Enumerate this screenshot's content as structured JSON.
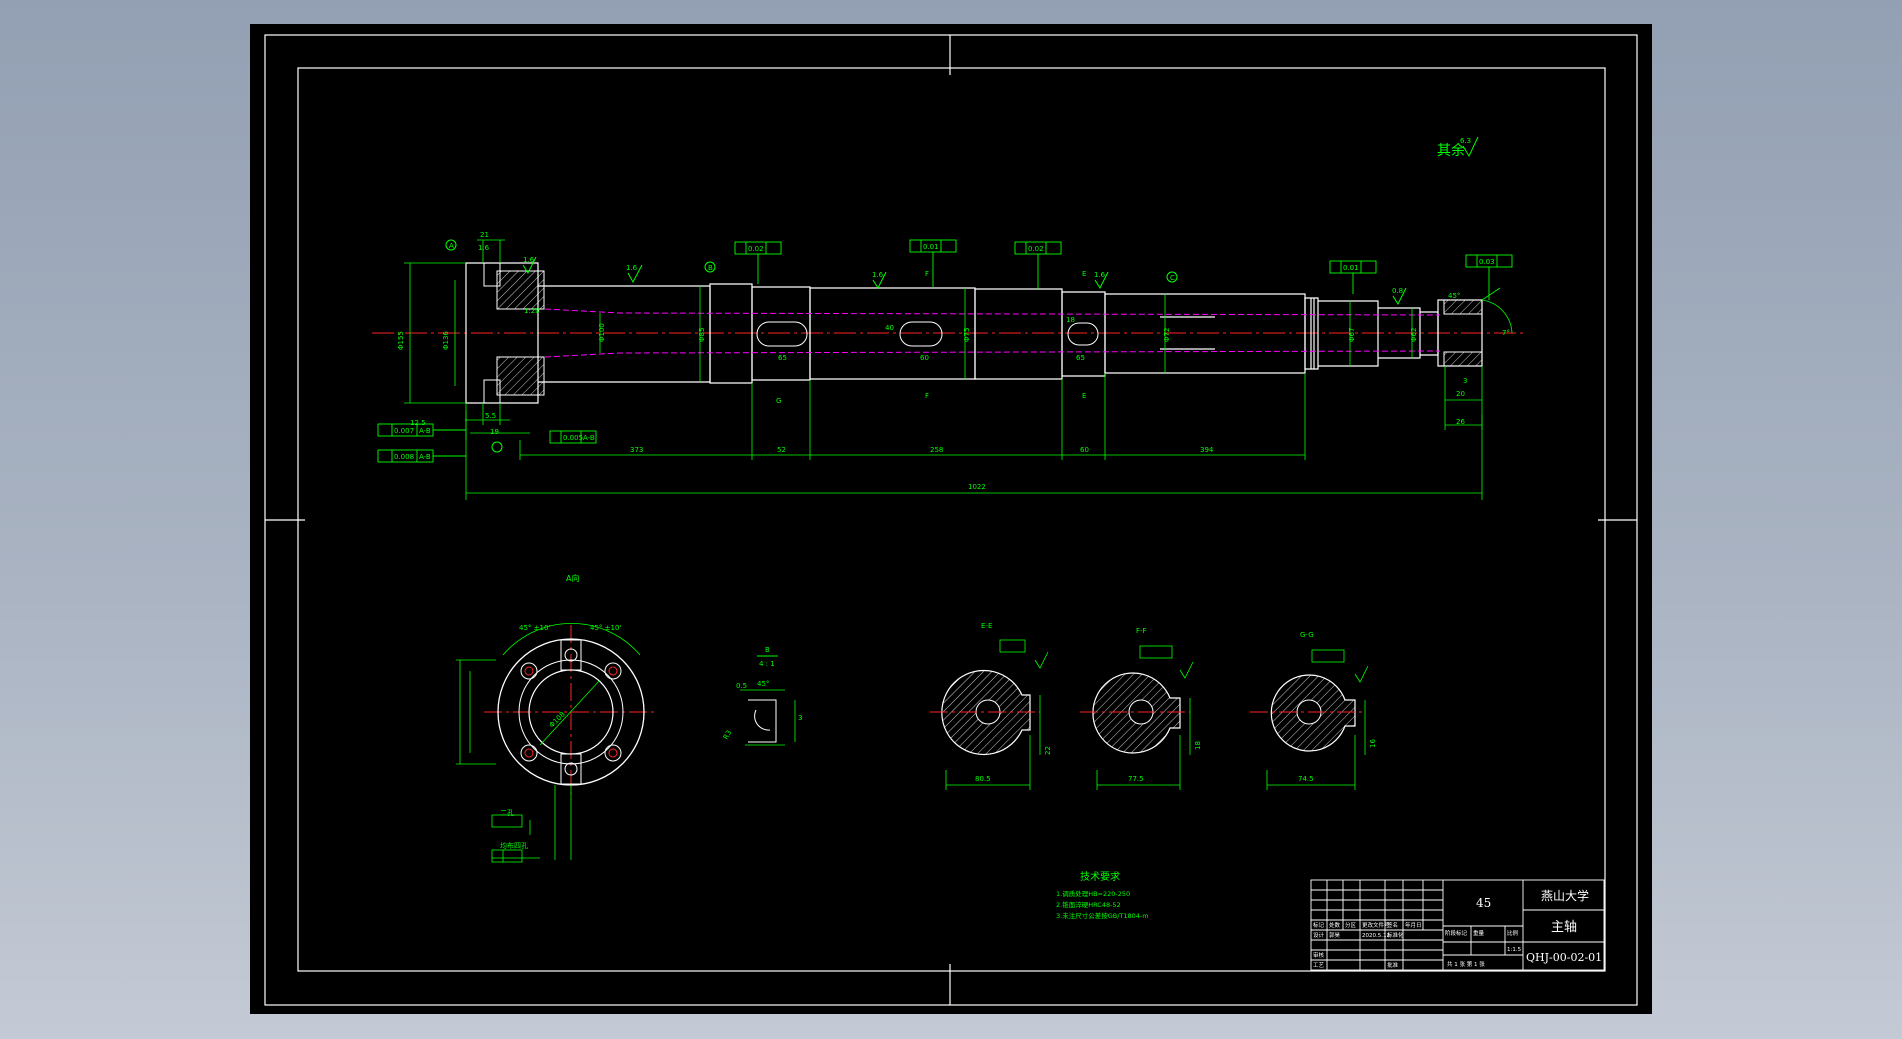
{
  "colors": {
    "background": "#000000",
    "frame": "#ffffff",
    "outline": "#ffffff",
    "dimension": "#00ff00",
    "centerline": "#ff2020",
    "hidden": "#ff00ff",
    "text_green": "#00ff00"
  },
  "surface_note": {
    "label": "其余",
    "value": "6.3"
  },
  "views": {
    "section_a": "A向",
    "section_b": "B",
    "section_b_scale": "4 : 1",
    "section_e": "E-E",
    "section_f": "F-F",
    "section_g": "G-G"
  },
  "dims": {
    "overall": "1022",
    "seg1": "373",
    "seg2": "52",
    "seg3": "258",
    "seg4": "60",
    "seg5": "394",
    "d_a": "Φ155",
    "d_b": "Φ136",
    "d_c": "Φ100",
    "d_d": "Φ85",
    "d_e": "Φ75",
    "d_f": "Φ72",
    "d_g": "Φ67",
    "d_h": "Φ62",
    "tol_1": "0.007",
    "tol_2": "0.008",
    "tol_3": "0.005",
    "tol_4": "0.02",
    "tol_5": "0.01",
    "tol_6": "0.02",
    "tol_7": "0.01",
    "tol_8": "0.03",
    "ref_a": "A-B",
    "ref_b": "A-B",
    "ref_c": "A-B",
    "rough_1": "1.6",
    "rough_2": "1.6",
    "rough_3": "1.6",
    "rough_4": "0.8",
    "rough_5": "1.6",
    "rough_6": "1.6",
    "datum_a": "A",
    "datum_b": "B",
    "datum_c": "C",
    "cut_e": "E",
    "cut_f": "F",
    "cut_g": "G",
    "left_1": "12.5",
    "left_2": "19",
    "left_3": "5.5",
    "left_4": "21",
    "left_5": "1:20",
    "right_1": "45°",
    "right_2": "7°",
    "right_3": "20",
    "right_4": "26",
    "right_5": "3",
    "key_1": "65",
    "key_2": "60",
    "key_3": "40",
    "key_4": "65",
    "key_5": "18",
    "sec_e_w": "80.5",
    "sec_e_h": "22",
    "sec_f_w": "77.5",
    "sec_f_h": "18",
    "sec_g_w": "74.5",
    "sec_g_h": "16",
    "flange_1": "45° ±10'",
    "flange_2": "45° ±10'",
    "flange_3": "二孔",
    "flange_4": "均布四孔",
    "flange_5": "Φ108",
    "b_1": "0.5",
    "b_2": "45°",
    "b_3": "R3",
    "b_4": "3"
  },
  "tech_notes": {
    "title": "技术要求",
    "items": [
      "1.调质处理HB=220-250",
      "2.锥面淬硬HRC48-52",
      "3.未注尺寸公差按GB/T1804-m"
    ]
  },
  "title_block": {
    "material": "45",
    "school": "燕山大学",
    "part_name": "主轴",
    "drawing_no": "QHJ-00-02-01",
    "scale_label": "比例",
    "scale": "1:1.5",
    "weight_label": "重量",
    "stage_label": "阶段标记",
    "sheet_text": "共 1 张  第 1 张",
    "rows": [
      {
        "a": "标记",
        "b": "处数",
        "c": "分区",
        "d": "更改文件号",
        "e": "签名",
        "f": "年月日"
      },
      {
        "a": "设计",
        "b": "郭昊",
        "c": "2020.5.12",
        "d": "标准化",
        "e": "",
        "f": ""
      },
      {
        "a": "审核",
        "b": "",
        "c": "",
        "d": "",
        "e": "",
        "f": ""
      },
      {
        "a": "工艺",
        "b": "",
        "c": "",
        "d": "批准",
        "e": "",
        "f": ""
      }
    ]
  }
}
